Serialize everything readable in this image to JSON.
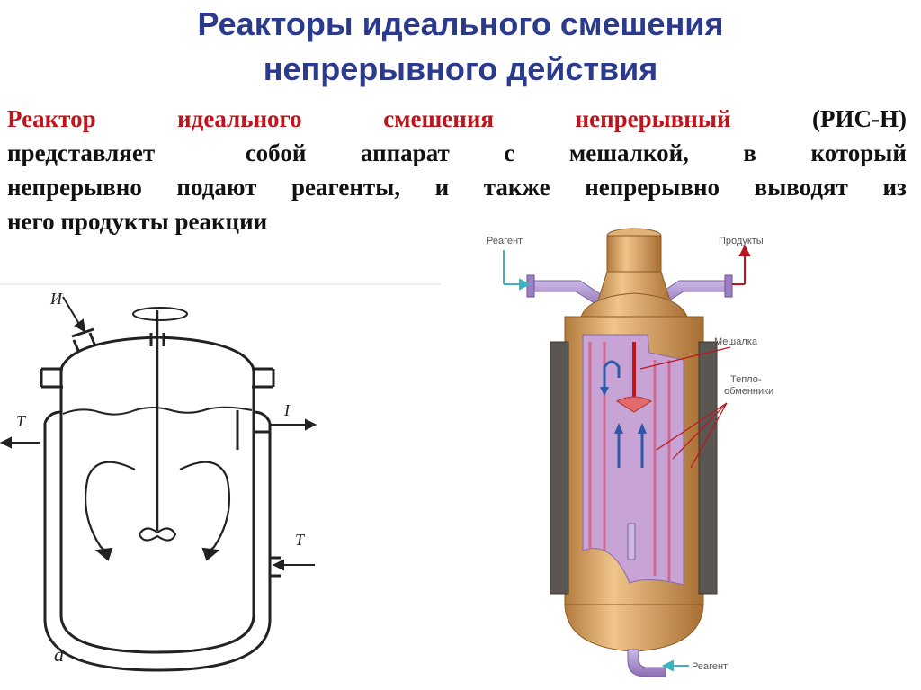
{
  "title": {
    "line1": "Реакторы идеального смешения",
    "line2": "непрерывного действия"
  },
  "paragraph": {
    "line1_words": [
      "Реактор",
      "идеального",
      "смешения",
      "непрерывный",
      "(РИС-Н)"
    ],
    "line2_words": [
      "представляет",
      "собой",
      "аппарат",
      "с",
      "мешалкой,",
      "в",
      "который"
    ],
    "line3_words": [
      "непрерывно",
      "подают",
      "реагенты,",
      "и",
      "также",
      "непрерывно",
      "выводят",
      "из"
    ],
    "line4": "него продукты реакции"
  },
  "sketch": {
    "label_i": "И",
    "label_t_left": "Т",
    "label_i_right": "I",
    "label_t_right": "Т",
    "caption": "а"
  },
  "illustration": {
    "reagent_in": "Реагент",
    "products": "Продукты",
    "stirrer": "Мешалка",
    "heat_exchangers_1": "Тепло-",
    "heat_exchangers_2": "обменники",
    "reagent_out": "Реагент"
  },
  "colors": {
    "title": "#2b3a8c",
    "highlight": "#c0141c",
    "vessel": "#d9a25c",
    "interior": "#c9a7d9",
    "pipe": "#a98bc9",
    "arrow_cyan": "#3fb2c2",
    "arrow_red": "#c0141c"
  }
}
